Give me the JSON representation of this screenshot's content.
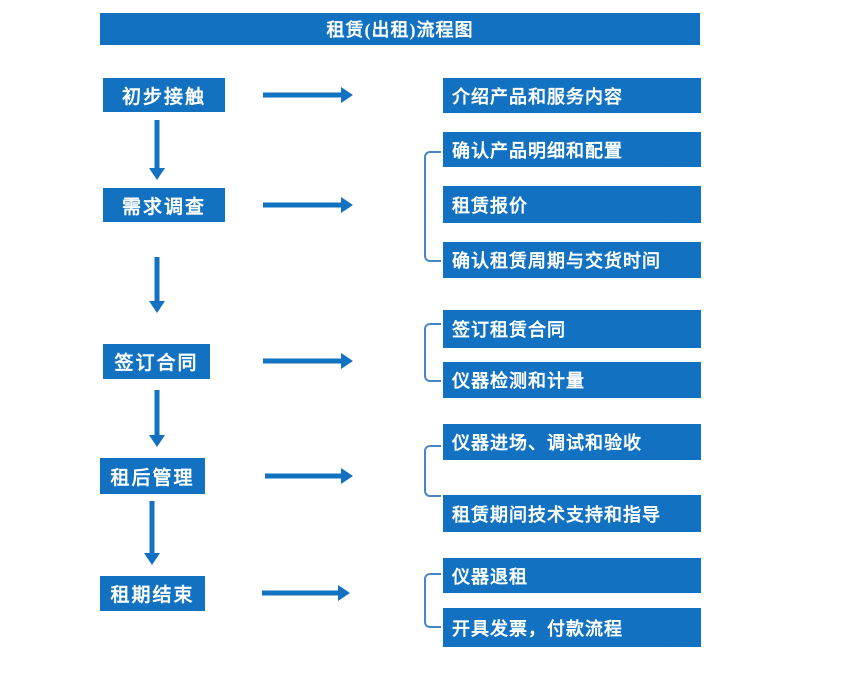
{
  "flow": {
    "title": "租赁(出租)流程图",
    "steps": [
      {
        "label": "初步接触",
        "details": [
          "介绍产品和服务内容"
        ]
      },
      {
        "label": "需求调查",
        "details": [
          "确认产品明细和配置",
          "租赁报价",
          "确认租赁周期与交货时间"
        ]
      },
      {
        "label": "签订合同",
        "details": [
          "签订租赁合同",
          "仪器检测和计量"
        ]
      },
      {
        "label": "租后管理",
        "details": [
          "仪器进场、调试和验收",
          "租赁期间技术支持和指导"
        ]
      },
      {
        "label": "租期结束",
        "details": [
          "仪器退租",
          "开具发票，付款流程"
        ]
      }
    ]
  },
  "colors": {
    "primary": "#1272C1",
    "bracket": "#4A86C4"
  }
}
